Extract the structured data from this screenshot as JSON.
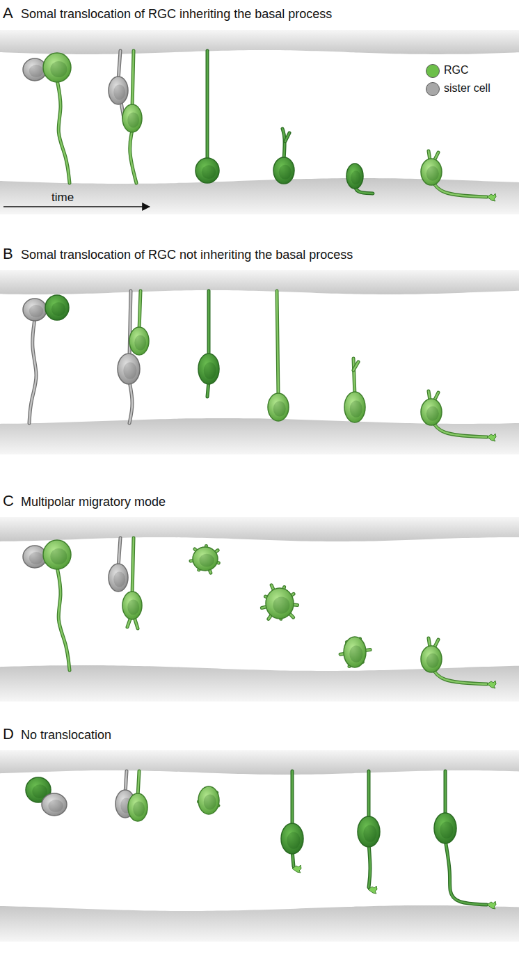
{
  "diagram": {
    "labels": [
      "A",
      "Somal translocation of RGC inheriting the basal process",
      "B",
      "Somal translocation of RGC not inheriting the basal process",
      "C",
      "Multipolar migratory mode",
      "D",
      "No translocation",
      "time"
    ],
    "legend": [
      {
        "text": "RGC",
        "color": "#6dbf4a"
      },
      {
        "text": "sister cell",
        "color": "#a8a8a8"
      }
    ]
  }
}
